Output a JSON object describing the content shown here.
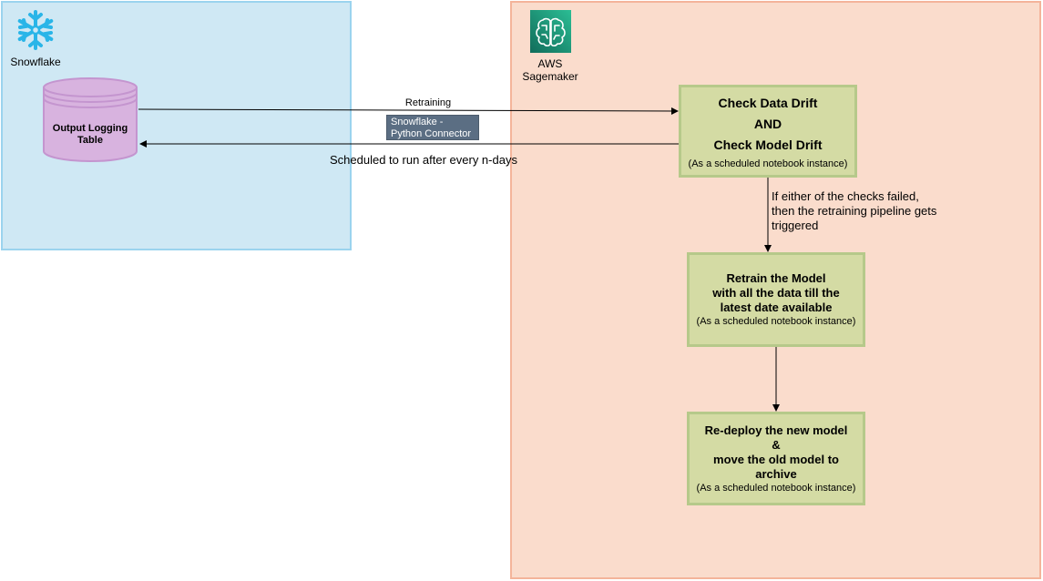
{
  "snowflake": {
    "label": "Snowflake",
    "table_label_line1": "Output Logging",
    "table_label_line2": "Table"
  },
  "aws": {
    "label_line1": "AWS",
    "label_line2": "Sagemaker"
  },
  "edges": {
    "retraining": "Retraining",
    "connector_line1": "Snowflake -",
    "connector_line2": "Python Connector",
    "scheduled": "Scheduled to run after every n-days",
    "condition_line1": "If either of the checks failed,",
    "condition_line2": "then the retraining pipeline gets",
    "condition_line3": "triggered"
  },
  "boxes": {
    "check": {
      "line1": "Check Data Drift",
      "line2": "AND",
      "line3": "Check Model Drift",
      "note": "(As a scheduled notebook instance)"
    },
    "retrain": {
      "line1": "Retrain the Model",
      "line2": "with all the data till the",
      "line3": "latest date available",
      "note": "(As a scheduled notebook instance)"
    },
    "deploy": {
      "line1": "Re-deploy the new model",
      "line2": "&",
      "line3": "move the old model to",
      "line4": "archive",
      "note": "(As a scheduled notebook instance)"
    }
  },
  "colors": {
    "snowflake_region": "#cfe8f4",
    "aws_region": "#fadccc",
    "process_box": "#d4dba4",
    "cylinder": "#d8b3df",
    "sagemaker_icon": "#1f8a6e",
    "snowflake_icon": "#29b5e8"
  }
}
